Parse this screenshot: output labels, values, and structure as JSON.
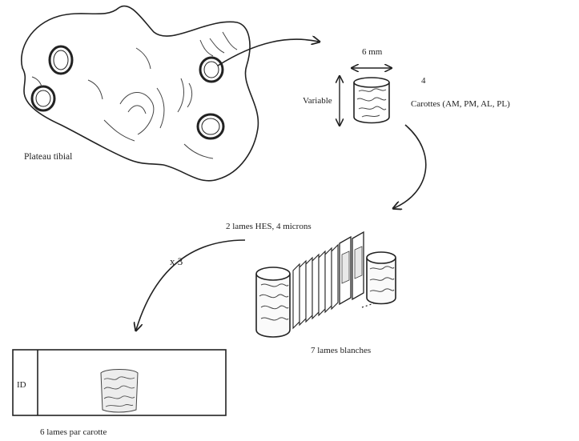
{
  "labels": {
    "plateau": "Plateau tibial",
    "width": "6 mm",
    "variable": "Variable",
    "count": "4",
    "carottes": "Carottes (AM, PM, AL, PL)",
    "hes": "2 lames HES, 4 microns",
    "times": "x 3",
    "blanches": "7 lames blanches",
    "id": "ID",
    "per_core": "6 lames par carotte"
  },
  "colors": {
    "ink": "#222222",
    "paper": "#ffffff"
  }
}
